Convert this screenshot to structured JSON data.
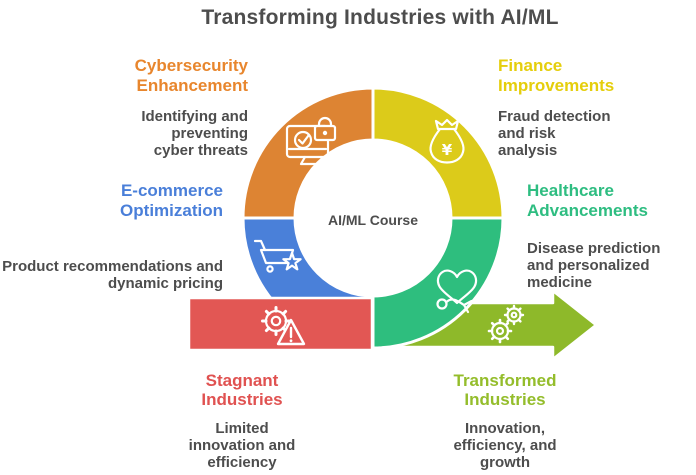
{
  "title": "Transforming Industries with AI/ML",
  "text_color": "#4D4D4D",
  "diagram": {
    "center_label": "AI/ML Course",
    "quadrants": [
      {
        "name": "cybersecurity",
        "label": "Cybersecurity\nEnhancement",
        "description": "Identifying and\npreventing\ncyber threats",
        "color": "#DD8433",
        "label_color": "#E8862D",
        "icon": "monitor-check-lock-icon"
      },
      {
        "name": "finance",
        "label": "Finance\nImprovements",
        "description": "Fraud detection\nand risk\nanalysis",
        "color": "#DCCB1A",
        "label_color": "#E5CE0C",
        "icon": "money-bag-yen-icon"
      },
      {
        "name": "healthcare",
        "label": "Healthcare\nAdvancements",
        "description": "Disease prediction\nand personalized\nmedicine",
        "color": "#2EBE7E",
        "label_color": "#2EBD81",
        "icon": "heart-stethoscope-icon"
      },
      {
        "name": "ecommerce",
        "label": "E-commerce\nOptimization",
        "description": "Product recommendations and\ndynamic pricing",
        "color": "#4A80D9",
        "label_color": "#4A7FD9",
        "icon": "shopping-cart-star-icon"
      }
    ],
    "arrow": {
      "stagnant": {
        "label": "Stagnant\nIndustries",
        "description": "Limited\ninnovation and\nefficiency",
        "color": "#E25754",
        "label_color": "#E05251",
        "icon": "gear-warning-icon"
      },
      "transformed": {
        "label": "Transformed\nIndustries",
        "description": "Innovation,\nefficiency, and\ngrowth",
        "color": "#8EB92A",
        "label_color": "#94BD2B",
        "icon": "gears-icon"
      }
    }
  }
}
